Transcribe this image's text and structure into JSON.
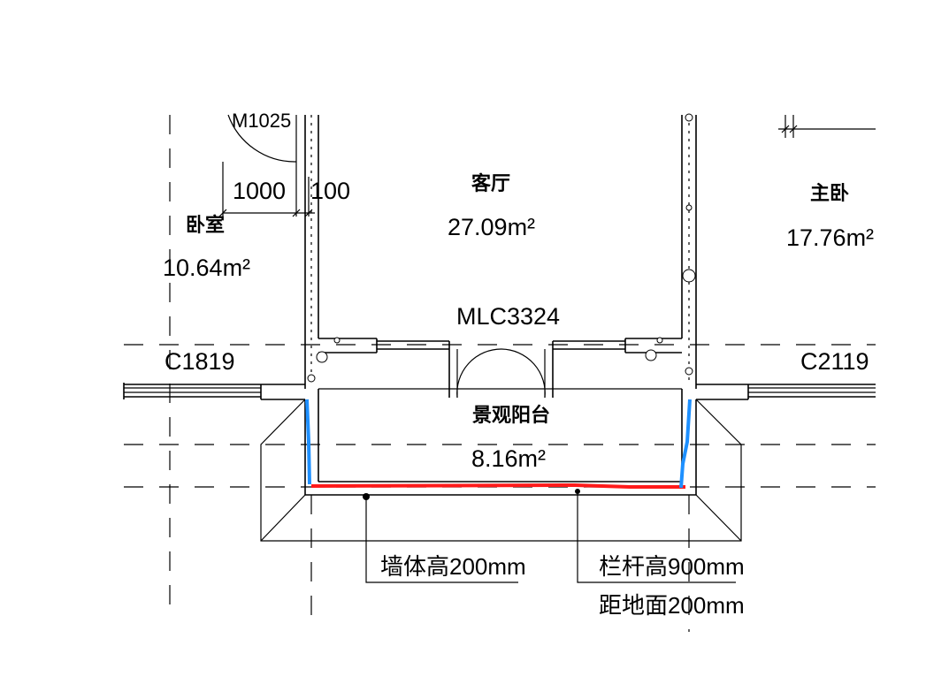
{
  "rooms": {
    "bedroom_name": "卧室",
    "bedroom_area": "10.64m²",
    "living_name": "客厅",
    "living_area": "27.09m²",
    "master_name": "主卧",
    "master_area": "17.76m²",
    "balcony_name": "景观阳台",
    "balcony_area": "8.16m²"
  },
  "labels": {
    "door_top_left": "M1025",
    "dim_1000": "1000",
    "dim_100": "100",
    "window_left": "C1819",
    "window_right": "C2119",
    "balcony_door": "MLC3324"
  },
  "annotations": {
    "wall_height": "墙体高200mm",
    "railing_height": "栏杆高900mm",
    "railing_offset": "距地面200mm"
  },
  "colors": {
    "wall_highlight": "#ff1a1a",
    "side_highlight": "#1e90ff"
  }
}
